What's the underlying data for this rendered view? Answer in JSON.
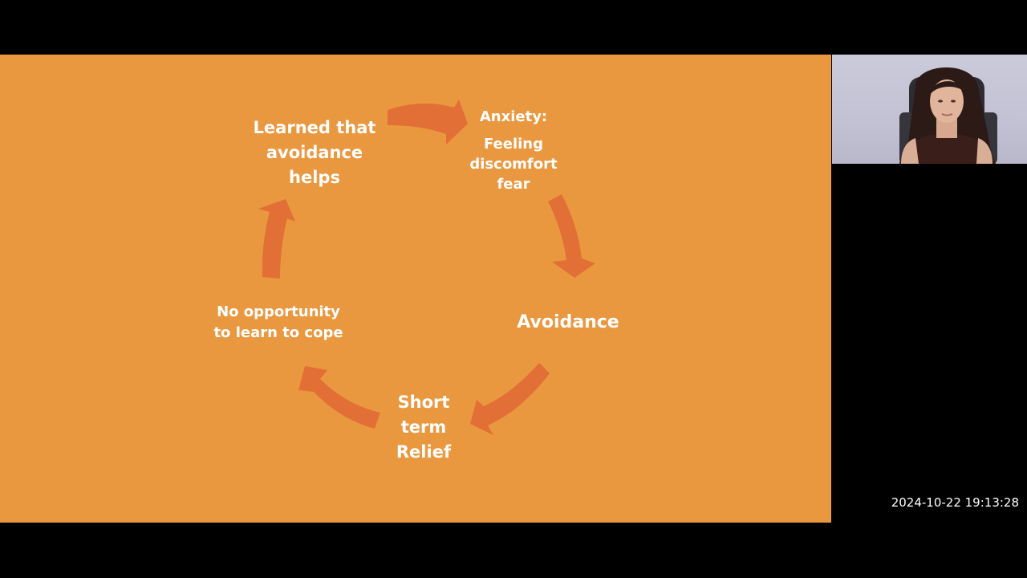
{
  "slide": {
    "background_color": "#EA983F",
    "arrow_color": "#E26F35",
    "text_color": "#FFFFFF",
    "nodes": {
      "learned": [
        "Learned that",
        "avoidance",
        "helps"
      ],
      "anxiety": {
        "title": "Anxiety:",
        "lines": [
          "Feeling",
          "discomfort",
          "fear"
        ]
      },
      "avoidance": "Avoidance",
      "relief": [
        "Short",
        "term",
        "Relief"
      ],
      "no_opportunity": [
        "No opportunity",
        "to learn to cope"
      ]
    }
  },
  "overlay": {
    "timestamp": "2024-10-22  19:13:28"
  }
}
